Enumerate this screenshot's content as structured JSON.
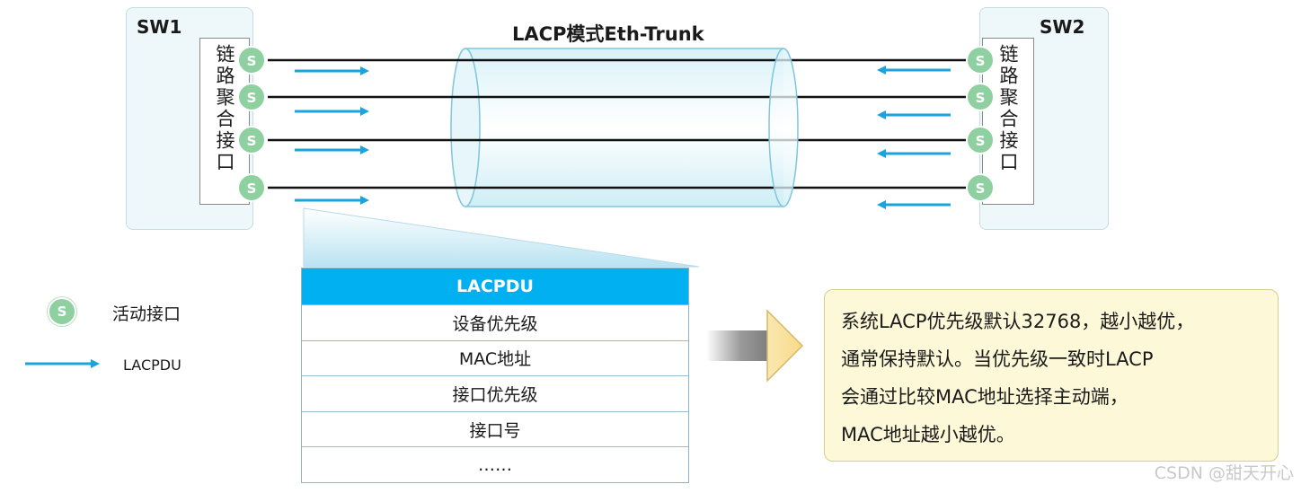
{
  "diagram": {
    "sw1_label": "SW1",
    "sw2_label": "SW2",
    "trunk_title": "LACP模式Eth-Trunk",
    "agg_port_label": "链路聚合接口",
    "port_icon_letter": "S",
    "lacpdu_table": {
      "header": "LACPDU",
      "rows": [
        "设备优先级",
        "MAC地址",
        "接口优先级",
        "接口号",
        "……"
      ]
    },
    "note_lines": [
      "系统LACP优先级默认32768，越小越优，",
      "通常保持默认。当优先级一致时LACP",
      "会通过比较MAC地址选择主动端，",
      "MAC地址越小越优。"
    ],
    "legend": {
      "active_port_label": "活动接口",
      "lacpdu_label": "LACPDU"
    },
    "watermark": "CSDN @甜天开心",
    "colors": {
      "port_green": "#8fd0a0",
      "arrow_blue": "#1aa3dd",
      "header_blue": "#00b0f0",
      "note_bg": "#fdf9d8",
      "switch_bg": "#eef8fb"
    }
  }
}
